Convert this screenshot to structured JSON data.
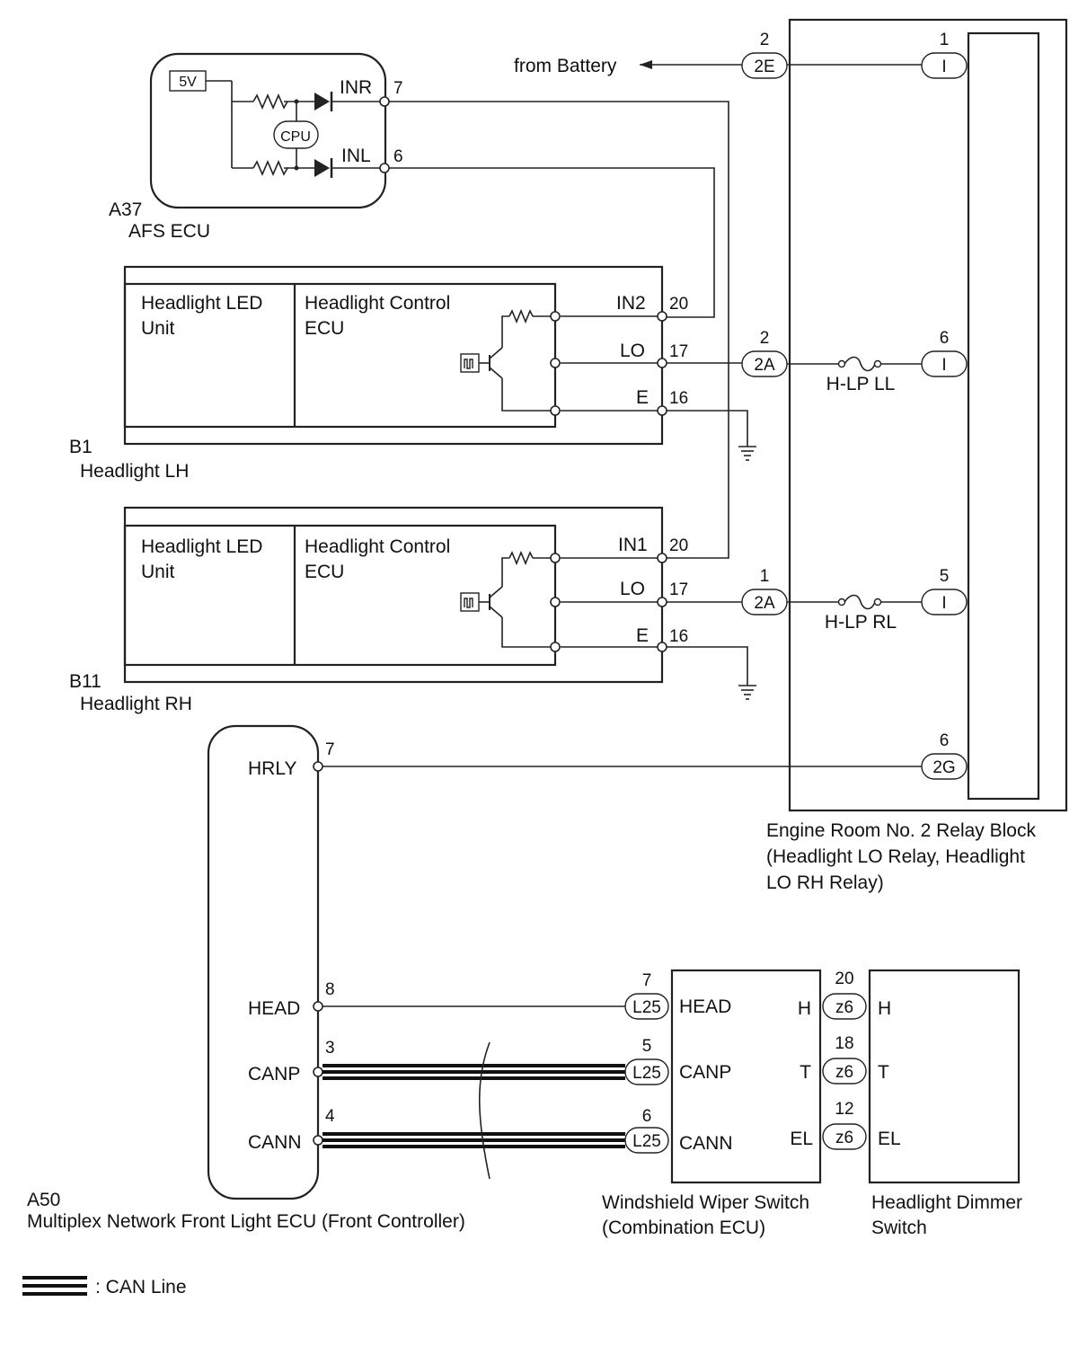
{
  "components": {
    "afs_ecu": {
      "code": "A37",
      "name": "AFS ECU",
      "source": "5V",
      "cpu": "CPU",
      "pins": {
        "inr": "INR",
        "inr_no": "7",
        "inl": "INL",
        "inl_no": "6"
      }
    },
    "headlight_lh": {
      "code": "B1",
      "name": "Headlight LH",
      "led_unit": [
        "Headlight LED",
        "Unit"
      ],
      "control_ecu": [
        "Headlight Control",
        "ECU"
      ],
      "pins": {
        "in": "IN2",
        "in_no": "20",
        "lo": "LO",
        "lo_no": "17",
        "e": "E",
        "e_no": "16"
      }
    },
    "headlight_rh": {
      "code": "B11",
      "name": "Headlight RH",
      "led_unit": [
        "Headlight LED",
        "Unit"
      ],
      "control_ecu": [
        "Headlight Control",
        "ECU"
      ],
      "pins": {
        "in": "IN1",
        "in_no": "20",
        "lo": "LO",
        "lo_no": "17",
        "e": "E",
        "e_no": "16"
      }
    },
    "relay_block": {
      "name_lines": [
        "Engine Room No. 2 Relay Block",
        "(Headlight LO Relay, Headlight",
        "LO RH Relay)"
      ],
      "connectors": [
        {
          "conn": "2E",
          "num": "2"
        },
        {
          "conn": "I",
          "num": "1"
        },
        {
          "conn": "2A",
          "num": "2"
        },
        {
          "conn": "I",
          "num": "6"
        },
        {
          "conn": "2A",
          "num": "1"
        },
        {
          "conn": "I",
          "num": "5"
        },
        {
          "conn": "2G",
          "num": "6"
        }
      ],
      "fuses": [
        "H-LP LL",
        "H-LP RL"
      ],
      "from_battery": "from Battery"
    },
    "front_light_ecu": {
      "code": "A50",
      "name": "Multiplex Network Front Light ECU (Front Controller)",
      "pins": [
        {
          "label": "HRLY",
          "num": "7"
        },
        {
          "label": "HEAD",
          "num": "8"
        },
        {
          "label": "CANP",
          "num": "3"
        },
        {
          "label": "CANN",
          "num": "4"
        }
      ]
    },
    "wiper_switch": {
      "name_lines": [
        "Windshield Wiper Switch",
        "(Combination ECU)"
      ],
      "left_pins": [
        {
          "label": "HEAD",
          "conn": "L25",
          "num": "7"
        },
        {
          "label": "CANP",
          "conn": "L25",
          "num": "5"
        },
        {
          "label": "CANN",
          "conn": "L25",
          "num": "6"
        }
      ],
      "right_pins": [
        {
          "label": "H",
          "conn": "z6",
          "num": "20"
        },
        {
          "label": "T",
          "conn": "z6",
          "num": "18"
        },
        {
          "label": "EL",
          "conn": "z6",
          "num": "12"
        }
      ]
    },
    "dimmer_switch": {
      "name_lines": [
        "Headlight Dimmer",
        "Switch"
      ],
      "pins": [
        "H",
        "T",
        "EL"
      ]
    }
  },
  "legend": {
    "can_line": ": CAN Line"
  }
}
